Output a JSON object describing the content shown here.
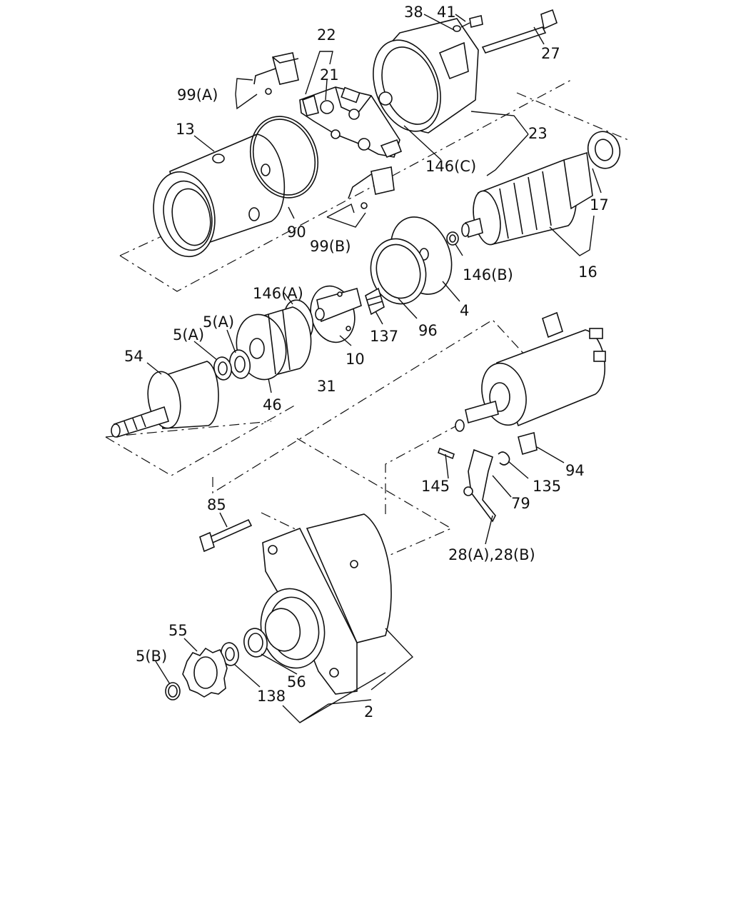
{
  "labels": {
    "p38": "38",
    "p41": "41",
    "p22": "22",
    "p21": "21",
    "p27": "27",
    "p99a": "99(A)",
    "p13": "13",
    "p23": "23",
    "p146c": "146(C)",
    "p17": "17",
    "p90": "90",
    "p99b": "99(B)",
    "p146b": "146(B)",
    "p16": "16",
    "p146a": "146(A)",
    "p5a1": "5(A)",
    "p5a2": "5(A)",
    "p54": "54",
    "p10": "10",
    "p137": "137",
    "p96": "96",
    "p4": "4",
    "p46": "46",
    "p31": "31",
    "p94": "94",
    "p145": "145",
    "p135": "135",
    "p79": "79",
    "p85": "85",
    "p28": "28(A),28(B)",
    "p55": "55",
    "p5b": "5(B)",
    "p56": "56",
    "p138": "138",
    "p2": "2"
  }
}
